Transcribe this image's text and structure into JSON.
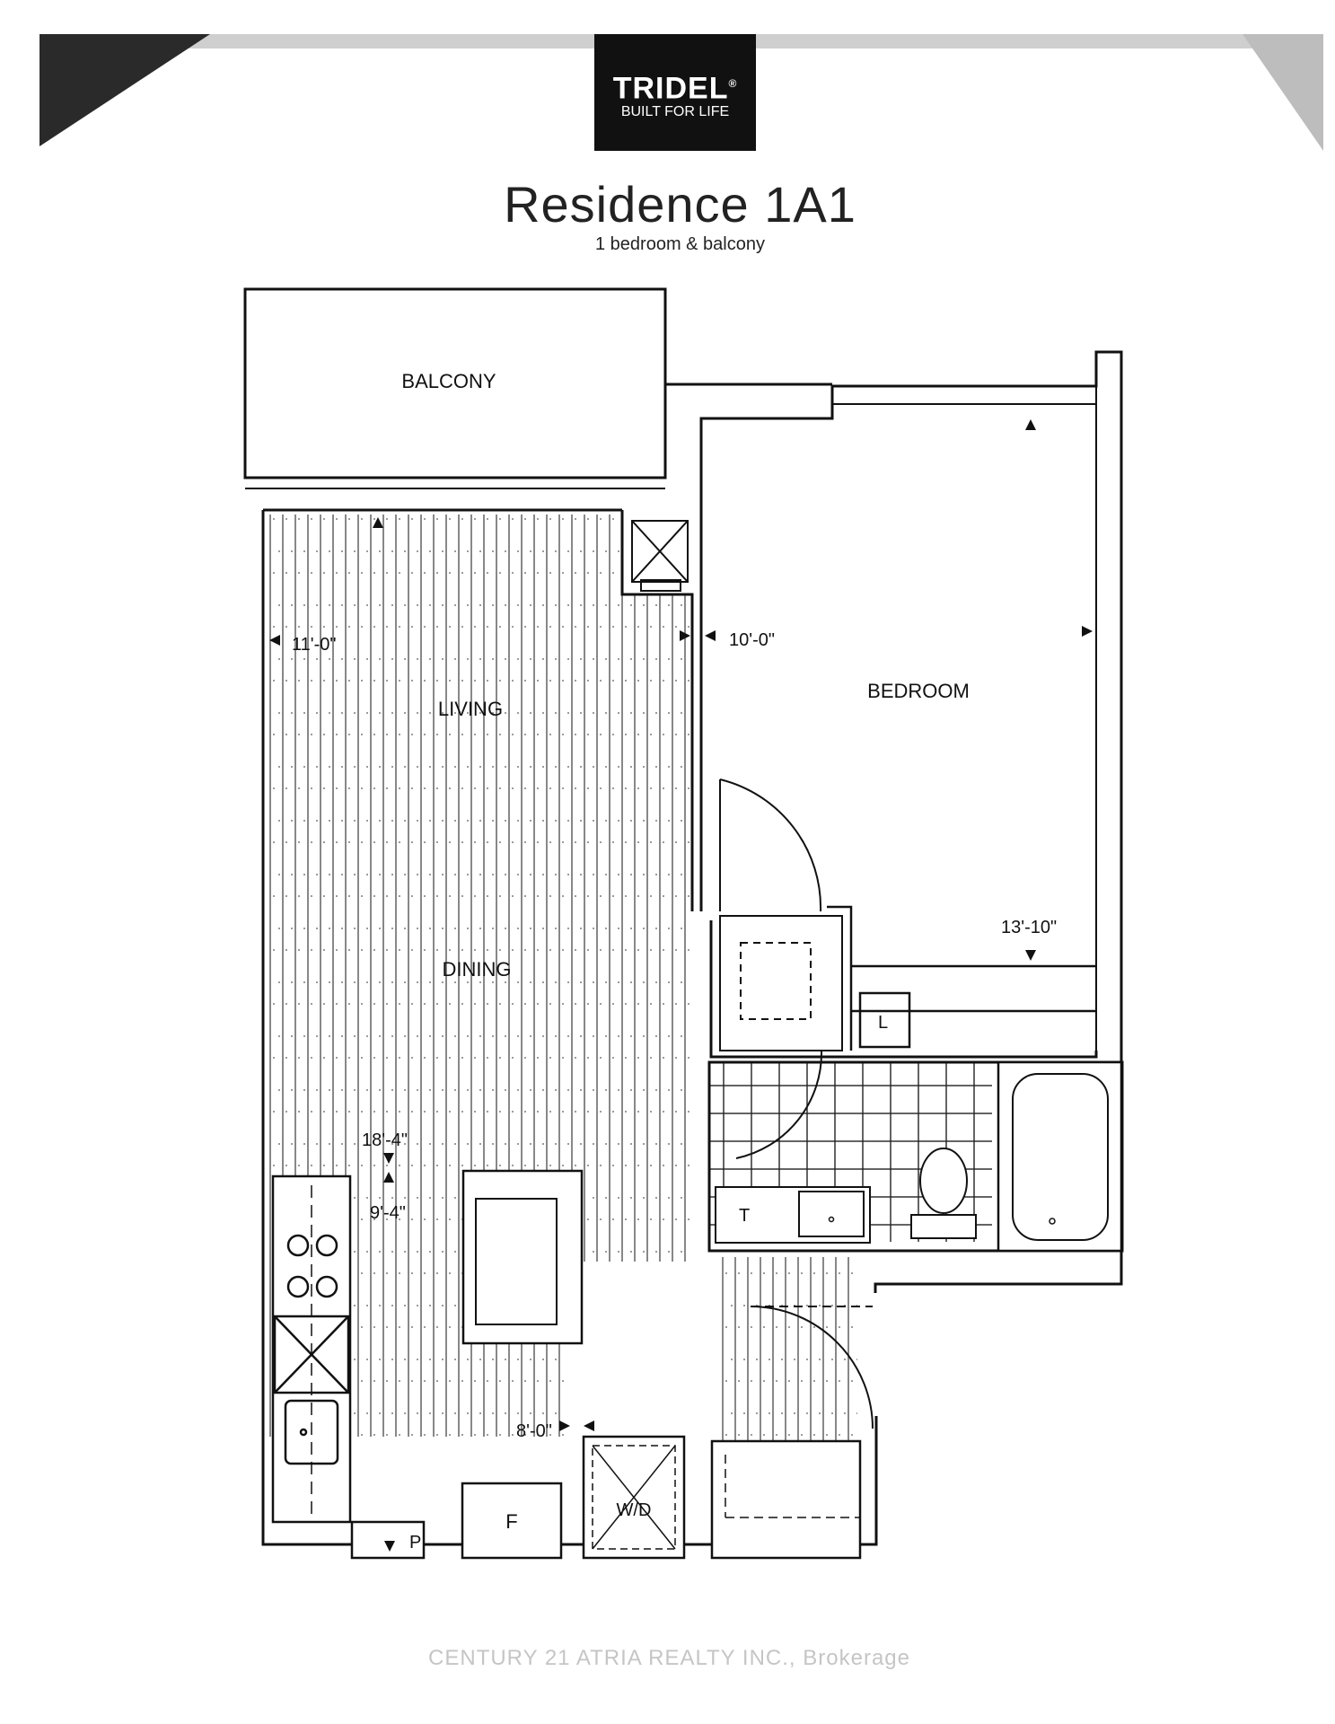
{
  "logo": {
    "name": "TRIDEL",
    "registered_mark": "®",
    "tagline": "BUILT FOR LIFE"
  },
  "header": {
    "title": "Residence 1A1",
    "subtitle": "1 bedroom & balcony"
  },
  "rooms": {
    "balcony": "BALCONY",
    "living": "LIVING",
    "dining": "DINING",
    "bedroom": "BEDROOM"
  },
  "dimensions": {
    "living_width": "11'-0\"",
    "bedroom_width": "10'-0\"",
    "bedroom_length": "13'-10\"",
    "living_dining_length": "18'-4\"",
    "kitchen_length": "9'-4\"",
    "kitchen_width": "8'-0\""
  },
  "fixtures": {
    "linen": "L",
    "towel": "T",
    "pantry": "P",
    "fridge": "F",
    "washer_dryer": "W/D"
  },
  "watermark": "CENTURY 21 ATRIA REALTY INC., Brokerage",
  "colors": {
    "line": "#111111",
    "logo_bg": "#111111",
    "logo_text": "#ffffff",
    "floor_texture": "#555555"
  }
}
